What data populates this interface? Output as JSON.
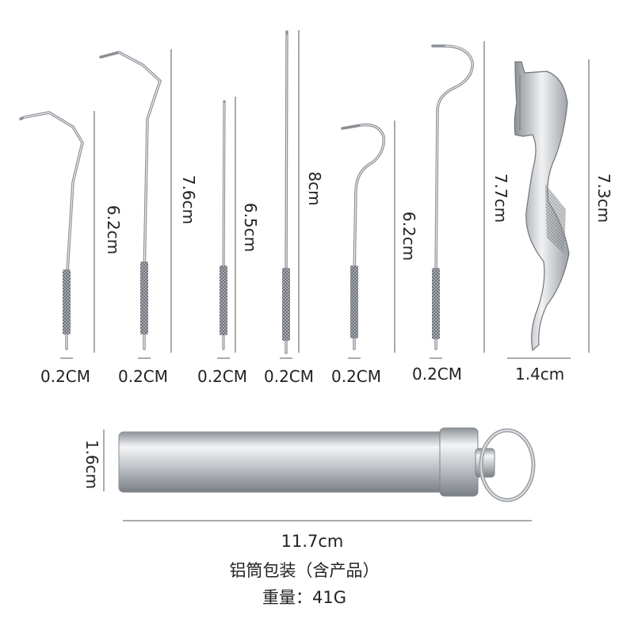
{
  "tools": [
    {
      "name": "pick-1",
      "length": "6.2cm",
      "width": "0.2CM"
    },
    {
      "name": "pick-2",
      "length": "7.6cm",
      "width": "0.2CM"
    },
    {
      "name": "pick-3",
      "length": "6.5cm",
      "width": "0.2CM"
    },
    {
      "name": "pick-4",
      "length": "8cm",
      "width": "0.2CM"
    },
    {
      "name": "pick-5",
      "length": "6.2cm",
      "width": "0.2CM"
    },
    {
      "name": "pick-6",
      "length": "7.7cm",
      "width": "0.2CM"
    },
    {
      "name": "floss-pick",
      "length": "7.3cm",
      "width": "1.4cm"
    }
  ],
  "tube": {
    "height": "1.6cm",
    "length": "11.7cm"
  },
  "caption": {
    "line1": "铝筒包装（含产品）",
    "line2": "重量：41G"
  },
  "colors": {
    "metal_light": "#eceef0",
    "metal_mid": "#b9bdc2",
    "metal_dark": "#6f747a",
    "text": "#222222"
  }
}
